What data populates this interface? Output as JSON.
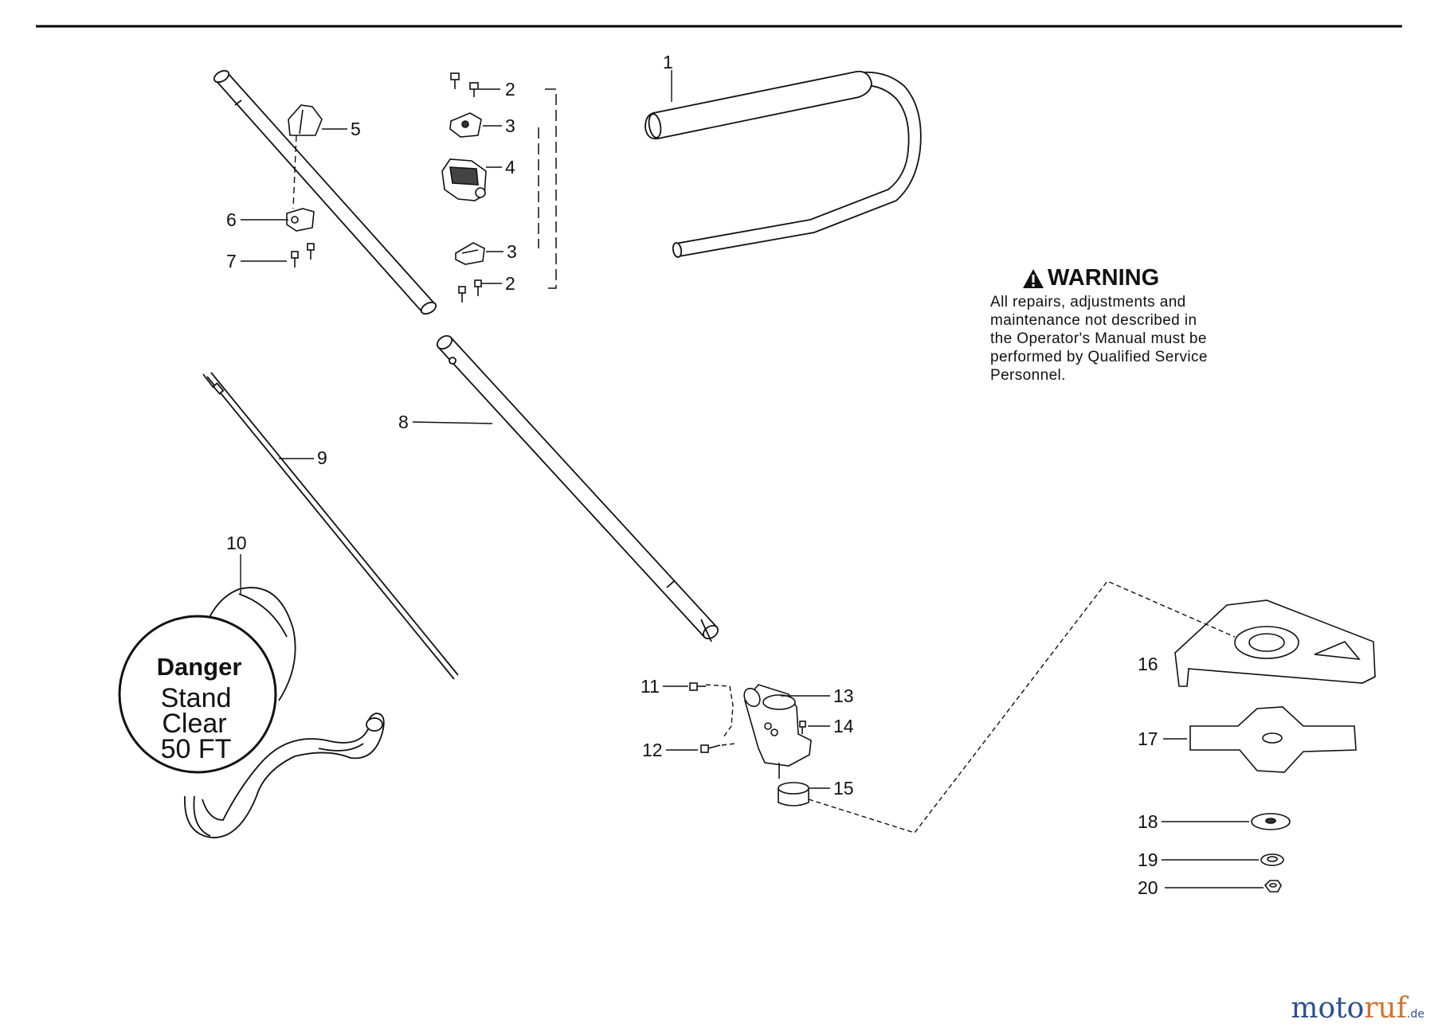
{
  "diagram": {
    "callouts": {
      "c1": "1",
      "c2a": "2",
      "c2b": "2",
      "c3a": "3",
      "c3b": "3",
      "c4": "4",
      "c5": "5",
      "c6": "6",
      "c7": "7",
      "c8": "8",
      "c9": "9",
      "c10": "10",
      "c11": "11",
      "c12": "12",
      "c13": "13",
      "c14": "14",
      "c15": "15",
      "c16": "16",
      "c17": "17",
      "c18": "18",
      "c19": "19",
      "c20": "20"
    },
    "warning": {
      "title": "WARNING",
      "lines": [
        "All repairs, adjustments and",
        "maintenance not described in",
        "the Operator's Manual must be",
        "performed by Qualified Service",
        "Personnel."
      ]
    },
    "harness_tag": {
      "line1": "Danger",
      "line2": "Stand",
      "line3": "Clear",
      "line4": "50 FT"
    }
  },
  "watermark": {
    "main": "moto",
    "accent": "ruf",
    "tld": ".de"
  }
}
